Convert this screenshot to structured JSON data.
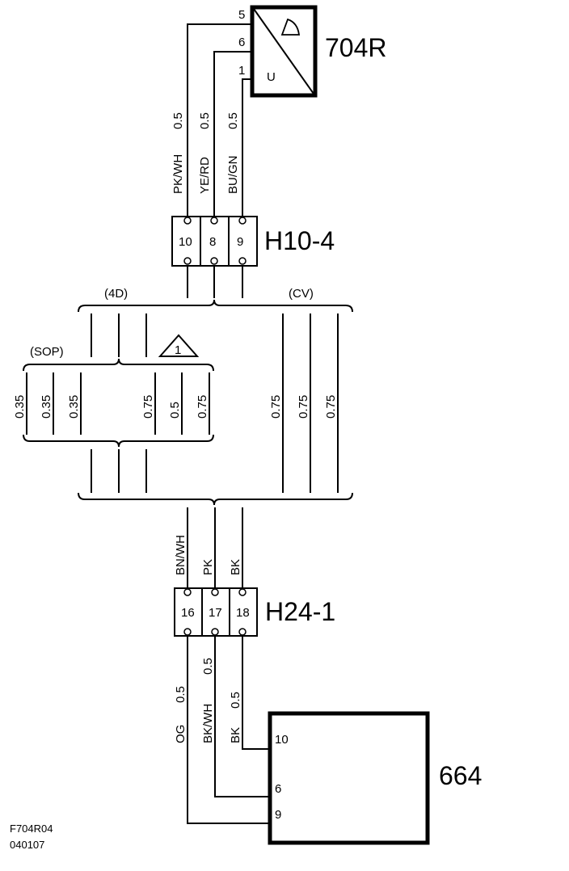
{
  "components": {
    "top": {
      "id": "704R",
      "pin_5": "5",
      "pin_6": "6",
      "pin_1": "1",
      "inner_label": "U"
    },
    "bottom": {
      "id": "664",
      "pin_10": "10",
      "pin_6": "6",
      "pin_9": "9"
    }
  },
  "connectors": {
    "h10": {
      "id": "H10-4",
      "pins": [
        "10",
        "8",
        "9"
      ]
    },
    "h24": {
      "id": "H24-1",
      "pins": [
        "16",
        "17",
        "18"
      ]
    }
  },
  "wires_top": [
    {
      "color": "PK/WH",
      "size": "0.5"
    },
    {
      "color": "YE/RD",
      "size": "0.5"
    },
    {
      "color": "BU/GN",
      "size": "0.5"
    }
  ],
  "wires_mid": [
    "BN/WH",
    "PK",
    "BK"
  ],
  "wires_bottom": [
    {
      "color": "OG",
      "size": "0.5"
    },
    {
      "color": "BK/WH",
      "size": "0.5"
    },
    {
      "color": "BK",
      "size": "0.5"
    }
  ],
  "variants": {
    "four_d": "(4D)",
    "cv": "(CV)",
    "sop": "(SOP)",
    "note_number": "1",
    "sop_sizes": [
      "0.35",
      "0.35",
      "0.35",
      "0.75",
      "0.5",
      "0.75"
    ],
    "cv_sizes": [
      "0.75",
      "0.75",
      "0.75"
    ]
  },
  "footer": {
    "code": "F704R04",
    "date": "040107"
  }
}
